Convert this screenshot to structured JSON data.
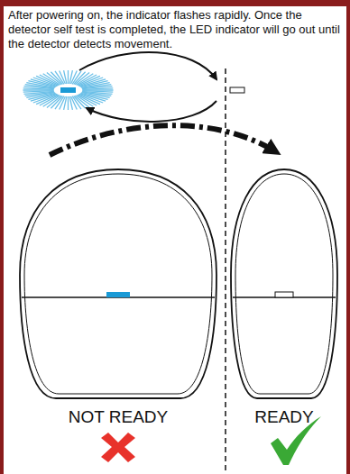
{
  "diagram": {
    "labels": [
      "After powering on, the indicator flashes rapidly. Once the detector self test is completed, the LED indicator will go out until the detector detects movement.",
      "NOT READY",
      "READY"
    ]
  }
}
